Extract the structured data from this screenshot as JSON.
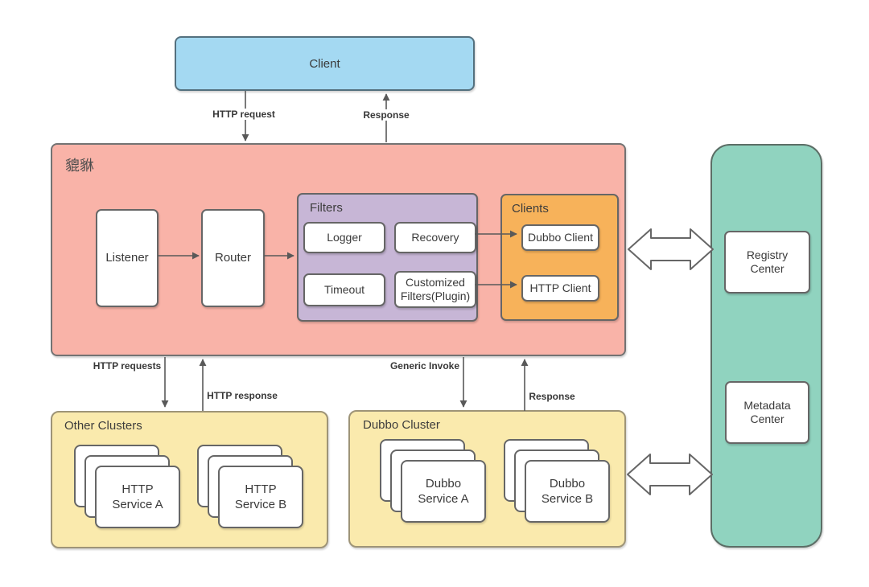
{
  "client": {
    "label": "Client"
  },
  "gateway": {
    "title": "貔貅",
    "listener_label": "Listener",
    "router_label": "Router",
    "filters": {
      "title": "Filters",
      "items": [
        "Logger",
        "Recovery",
        "Timeout",
        "Customized\nFilters(Plugin)"
      ]
    },
    "clients": {
      "title": "Clients",
      "items": [
        "Dubbo Client",
        "HTTP Client"
      ]
    }
  },
  "edge_labels": {
    "http_request": "HTTP request",
    "response_top": "Response",
    "http_requests": "HTTP requests",
    "http_response": "HTTP response",
    "generic_invoke": "Generic Invoke",
    "response_bottom": "Response"
  },
  "other_clusters": {
    "title": "Other Clusters",
    "services": [
      "HTTP\nService A",
      "HTTP\nService B"
    ]
  },
  "dubbo_cluster": {
    "title": "Dubbo Cluster",
    "services": [
      "Dubbo\nService A",
      "Dubbo\nService B"
    ]
  },
  "registry_center": {
    "label": "Registry\nCenter"
  },
  "metadata_center": {
    "label": "Metadata\nCenter"
  },
  "colors": {
    "client_fill": "#a4d9f2",
    "gateway_fill": "#f9b3a8",
    "filters_fill": "#c7b6d6",
    "clients_fill": "#f7b25a",
    "cluster_fill": "#faeaad",
    "registry_fill": "#90d3bf",
    "node_fill": "#ffffff",
    "border": "#666666",
    "arrow": "#595959",
    "text": "#3a3a3a"
  }
}
